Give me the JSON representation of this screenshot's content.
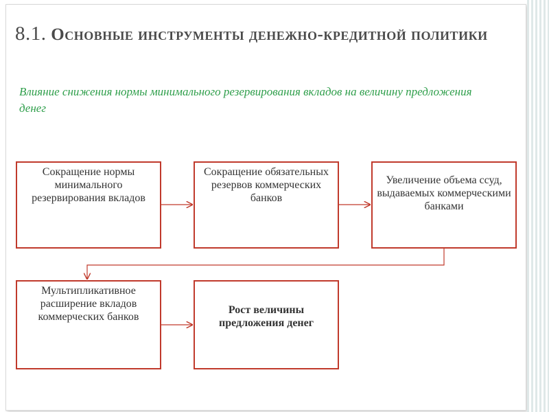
{
  "title": {
    "number": "8.1.",
    "text": "Основные инструменты денежно-кредитной политики"
  },
  "subtitle": "Влияние снижения нормы минимального резервирования вкладов на величину предложения денег",
  "boxes": [
    {
      "id": "reserve-ratio-cut",
      "text": "Сокращение нормы минимального резервирования вкладов"
    },
    {
      "id": "required-reserves-cut",
      "text": "Сокращение обязательных резервов коммерческих банков"
    },
    {
      "id": "loans-increase",
      "text": "Увеличение объема ссуд, выдаваемых коммерческими банками"
    },
    {
      "id": "deposit-multiplication",
      "text": "Мультипликативное расширение вкладов коммерческих банков"
    },
    {
      "id": "money-supply-growth",
      "text": "Рост величины предложения денег"
    }
  ],
  "colors": {
    "box_border": "#c0392b",
    "subtitle": "#2e9e4a",
    "title": "#4a4a4a"
  }
}
